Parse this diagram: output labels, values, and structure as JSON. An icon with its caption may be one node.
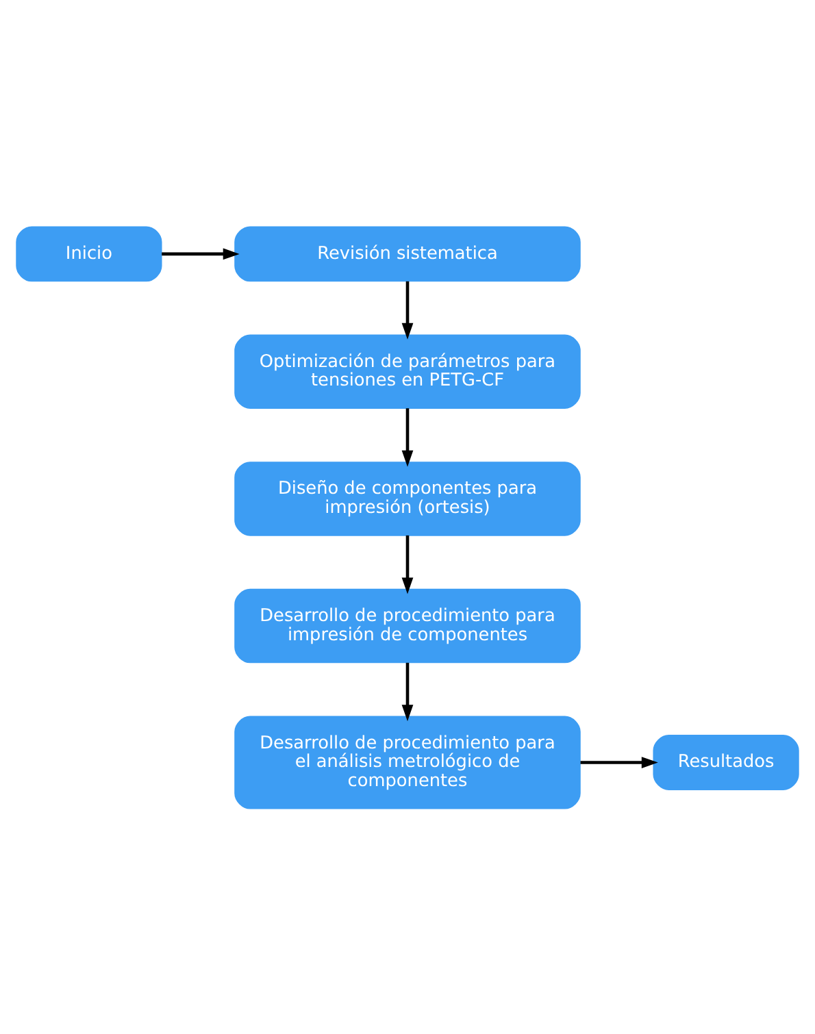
{
  "diagram": {
    "nodes": [
      {
        "text": [
          "Inicio"
        ]
      },
      {
        "text": [
          "Revisión sistematica"
        ]
      },
      {
        "text": [
          "Optimización de parámetros para tensiones en PETG-CF"
        ]
      },
      {
        "text": [
          "Diseño de componentes para impresión (ortesis)"
        ]
      },
      {
        "text": [
          "Desarrollo de procedimiento para impresión de componentes"
        ]
      },
      {
        "text": [
          "Desarrollo de procedimiento para el análisis metrológico de componentes"
        ]
      },
      {
        "text": [
          "Resultados"
        ]
      }
    ],
    "edges": [
      {
        "from": 0,
        "to": 1,
        "arrow": "to"
      },
      {
        "from": 1,
        "to": 2,
        "arrow": "to"
      },
      {
        "from": 2,
        "to": 3,
        "arrow": "to"
      },
      {
        "from": 3,
        "to": 4,
        "arrow": "to"
      },
      {
        "from": 4,
        "to": 5,
        "arrow": "to"
      },
      {
        "from": 5,
        "to": 6,
        "arrow": "to"
      }
    ]
  }
}
